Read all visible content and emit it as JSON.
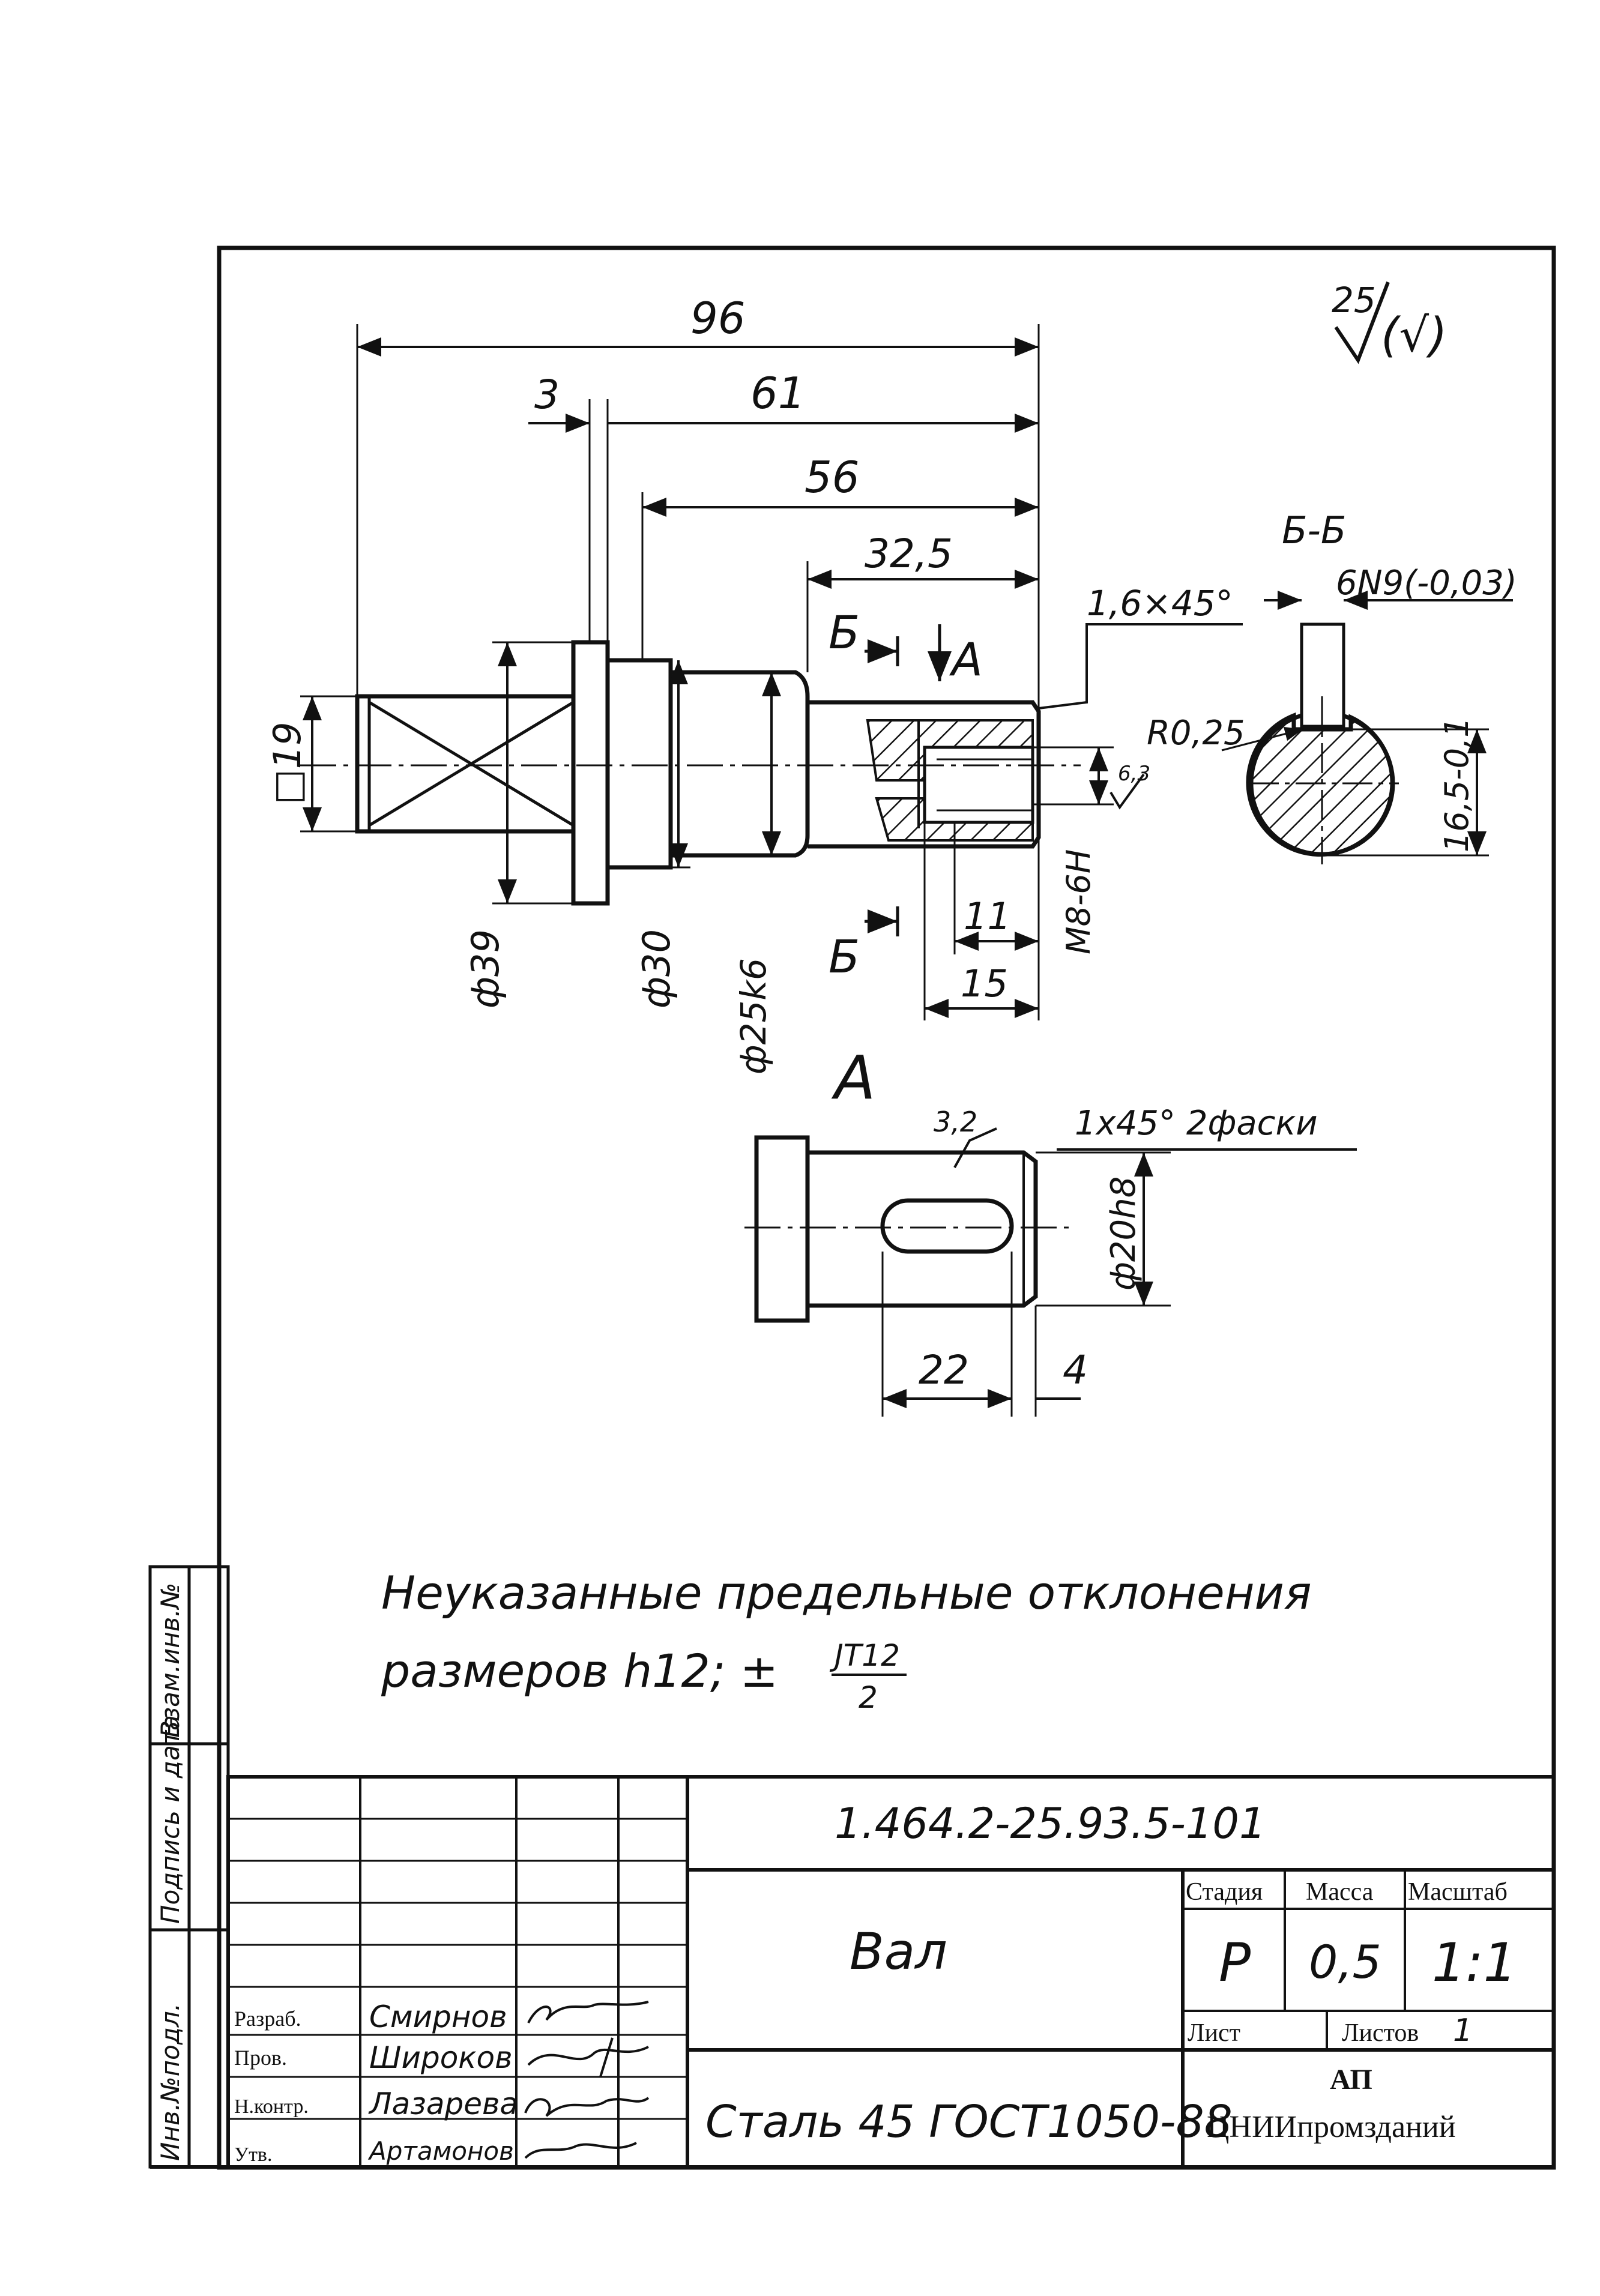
{
  "drawing": {
    "roughness_symbol": {
      "value": "25",
      "bracket": "(√)"
    },
    "dimensions": {
      "total_length": "96",
      "flange_thickness": "3",
      "length_61": "61",
      "length_56": "56",
      "length_32_5": "32,5",
      "chamfer": "1,6×45°",
      "square": "□19",
      "dia_39": "ф39",
      "dia_30": "ф30",
      "dia_25": "ф25k6",
      "thread": "M8-6H",
      "depth_11": "11",
      "depth_15": "15",
      "roughness_6_3": "6,3",
      "key_22": "22",
      "key_4": "4",
      "dia_20": "ф20h8",
      "roughness_3_2": "3,2",
      "chamfers_note": "1x45° 2фаски"
    },
    "section": {
      "title": "Б-Б",
      "key_width": "6N9(-0,03)",
      "radius": "R0,25",
      "height": "16,5-0,1",
      "mark_top": "Б",
      "mark_bottom": "Б",
      "arrow_label": "А"
    },
    "view_a_label": "А",
    "notes": {
      "line1": "Неуказанные предельные отклонения",
      "line2": "размеров h12; ±",
      "fraction_top": "JT12",
      "fraction_bottom": "2"
    }
  },
  "side_stamps": {
    "slot1": "Инв.№подл.",
    "slot2": "Подпись и дата",
    "slot3": "Взам.инв.№"
  },
  "title_block": {
    "document_code": "1.464.2-25.93.5-101",
    "part_name": "Вал",
    "material": "Сталь 45 ГОСТ1050-88",
    "headers": {
      "stage": "Стадия",
      "mass": "Масса",
      "scale": "Масштаб"
    },
    "values": {
      "stage": "Р",
      "mass": "0,5",
      "scale": "1:1"
    },
    "sheet_label": "Лист",
    "sheets_label": "Листов",
    "sheets_value": "1",
    "org_code": "АП",
    "org_name": "ЦНИИпромзданий",
    "roles": [
      {
        "role": "Разраб.",
        "name": "Смирнов"
      },
      {
        "role": "Пров.",
        "name": "Широков"
      },
      {
        "role": "Н.контр.",
        "name": "Лазарева"
      },
      {
        "role": "Утв.",
        "name": "Артамонов"
      }
    ]
  }
}
